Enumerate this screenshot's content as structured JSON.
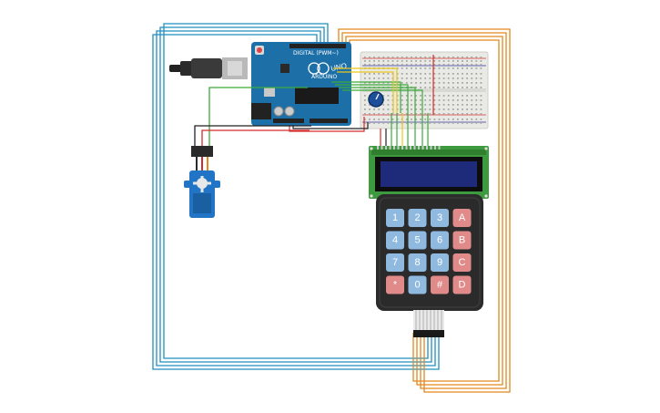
{
  "board": {
    "model_label": "UNO",
    "brand_label": "ARDUINO",
    "digital_label": "DIGITAL (PWM~)"
  },
  "keypad": {
    "rows": [
      [
        "1",
        "2",
        "3",
        "A"
      ],
      [
        "4",
        "5",
        "6",
        "B"
      ],
      [
        "7",
        "8",
        "9",
        "C"
      ],
      [
        "*",
        "0",
        "#",
        "D"
      ]
    ]
  },
  "colors": {
    "background": "#ffffff",
    "wire_blue": "#1f8fbf",
    "wire_orange": "#e2871e",
    "wire_green": "#3cab3c",
    "wire_red": "#d62a2a",
    "wire_black": "#222222",
    "wire_yellow": "#e9c61b",
    "board_blue": "#1d6fa8",
    "breadboard": "#e9e9e5",
    "lcd_frame": "#3e9a3e",
    "lcd_screen": "#1d2b7a",
    "keypad_body": "#2b2b2b",
    "key_blue": "#8fb9de",
    "key_red": "#e08a8a",
    "servo_blue": "#2275c6"
  }
}
